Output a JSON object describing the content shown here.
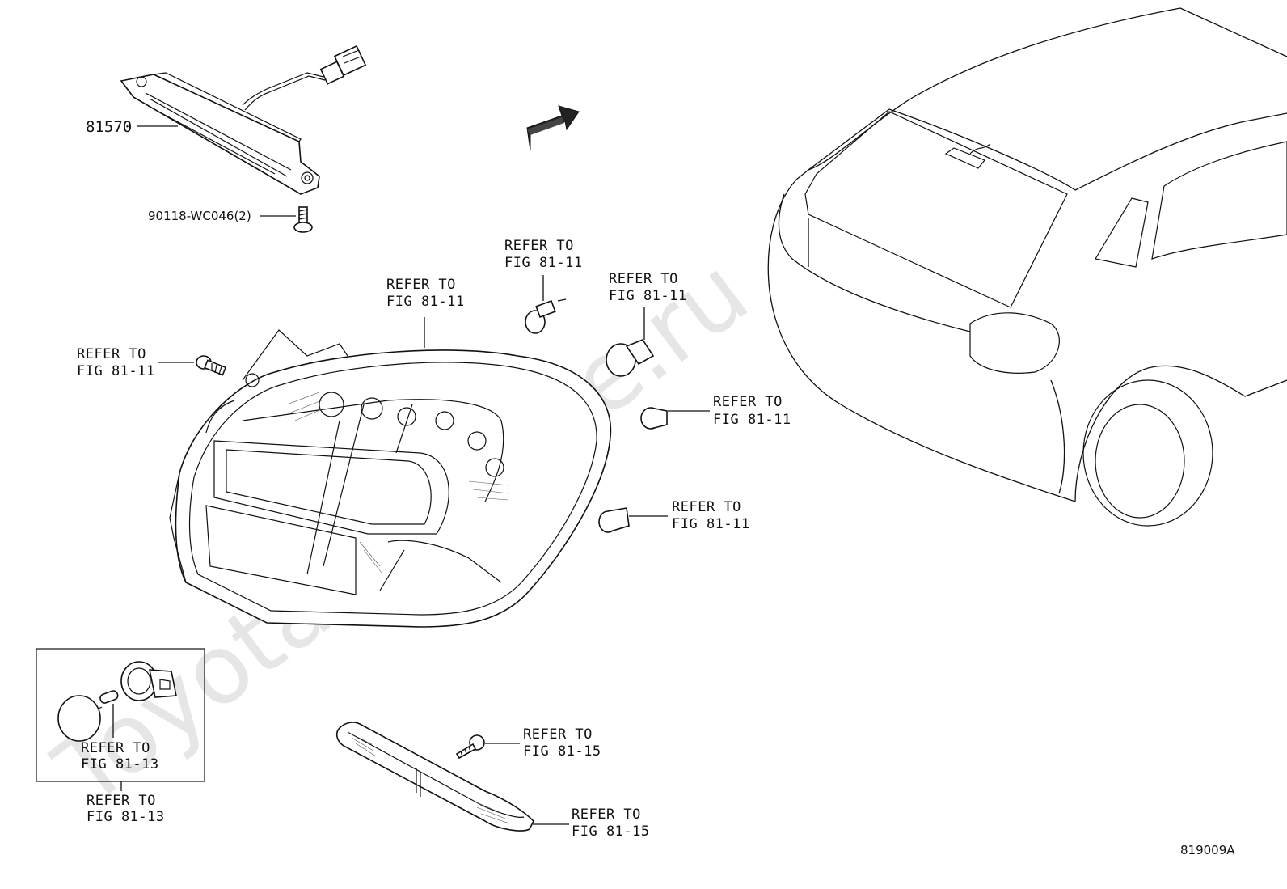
{
  "diagram": {
    "figure_code": "819009A",
    "watermark": "ToyotaCarMine.ru",
    "fwd_label": "FWD",
    "callouts": {
      "high_mount_lamp": "81570",
      "screw": "90118-WC046(2)",
      "refer_bulb_top_1": "REFER TO",
      "refer_bulb_top_2": "FIG 81-11",
      "refer_lamp_1": "REFER TO",
      "refer_lamp_2": "FIG 81-11",
      "refer_bulb_right_1": "REFER TO",
      "refer_bulb_right_2": "FIG 81-11",
      "refer_bolt_left_1": "REFER TO",
      "refer_bolt_left_2": "FIG 81-11",
      "refer_clip_upper_1": "REFER TO",
      "refer_clip_upper_2": "FIG 81-11",
      "refer_clip_lower_1": "REFER TO",
      "refer_clip_lower_2": "FIG 81-11",
      "refer_inset_inner_1": "REFER TO",
      "refer_inset_inner_2": "FIG 81-13",
      "refer_inset_outer_1": "REFER TO",
      "refer_inset_outer_2": "FIG 81-13",
      "refer_reflector_screw_1": "REFER TO",
      "refer_reflector_screw_2": "FIG 81-15",
      "refer_reflector_1": "REFER TO",
      "refer_reflector_2": "FIG 81-15"
    }
  }
}
